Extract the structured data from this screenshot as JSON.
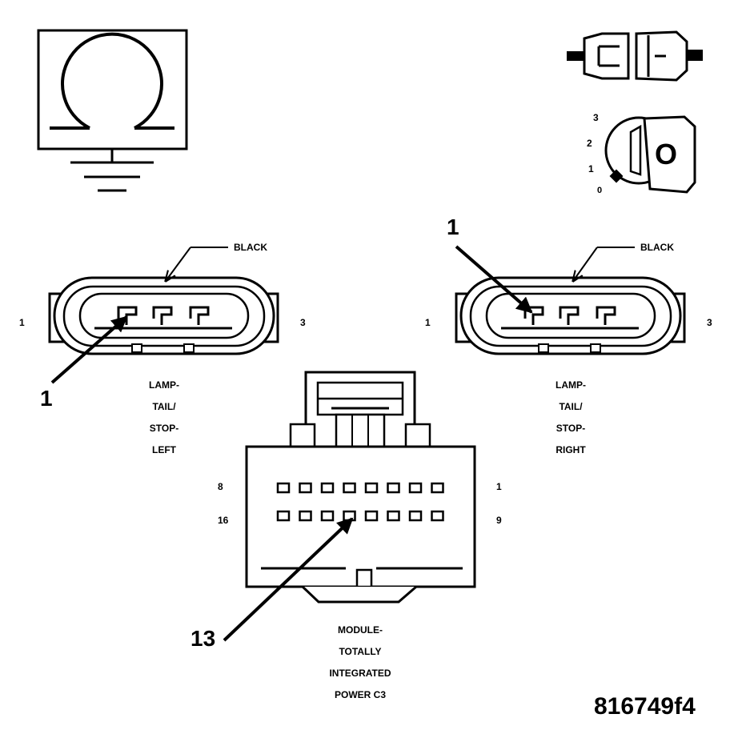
{
  "ignition": {
    "positions": [
      "3",
      "2",
      "1",
      "0"
    ],
    "key_letter": "O"
  },
  "connectors": {
    "left": {
      "color": "BLACK",
      "pin_first": "1",
      "pin_last": "3",
      "callout": "1",
      "name_lines": [
        "LAMP-",
        "TAIL/",
        "STOP-",
        "LEFT"
      ]
    },
    "right": {
      "color": "BLACK",
      "pin_first": "1",
      "pin_last": "3",
      "callout": "1",
      "name_lines": [
        "LAMP-",
        "TAIL/",
        "STOP-",
        "RIGHT"
      ]
    },
    "module": {
      "pin_top_left": "8",
      "pin_top_right": "1",
      "pin_bottom_left": "16",
      "pin_bottom_right": "9",
      "callout": "13",
      "name_lines": [
        "MODULE-",
        "TOTALLY",
        "INTEGRATED",
        "POWER C3"
      ]
    }
  },
  "figure_id": "816749f4"
}
